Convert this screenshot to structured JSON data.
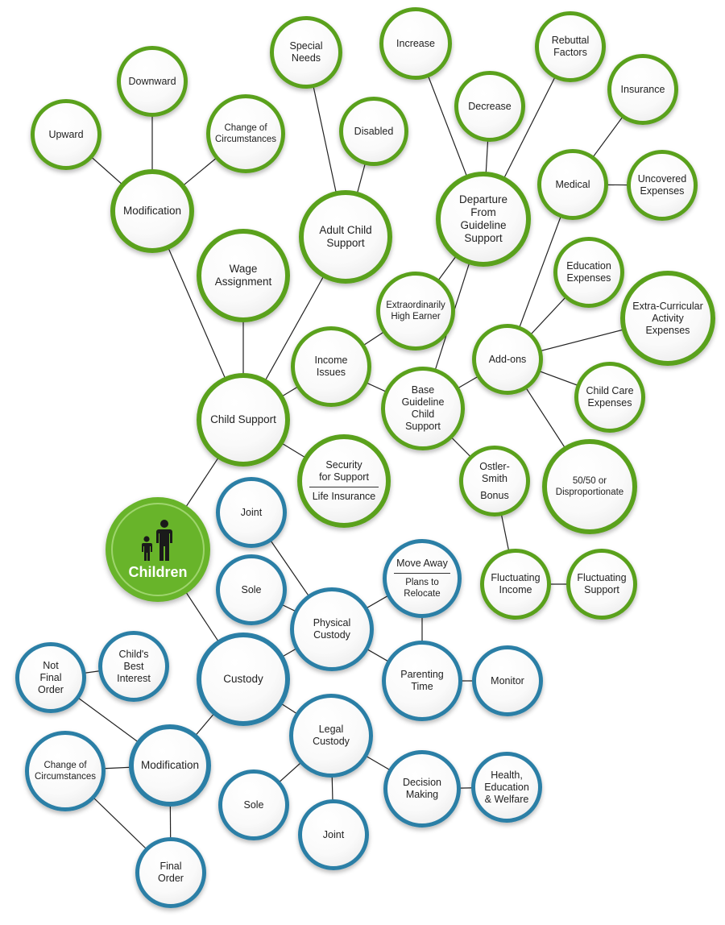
{
  "diagram": {
    "root": {
      "label": "Children",
      "icon": "parent-child-icon",
      "color": "#68b42a"
    },
    "colors": {
      "support_branch": "#5aa11c",
      "custody_branch": "#2b7fa6"
    },
    "support": {
      "child_support": "Child Support",
      "modification": "Modification",
      "upward": "Upward",
      "downward": "Downward",
      "change_of_circumstances": "Change of\nCircumstances",
      "special_needs": "Special\nNeeds",
      "disabled": "Disabled",
      "adult_child_support": "Adult Child\nSupport",
      "wage_assignment": "Wage\nAssignment",
      "increase": "Increase",
      "decrease": "Decrease",
      "rebuttal_factors": "Rebuttal\nFactors",
      "departure": "Departure\nFrom\nGuideline\nSupport",
      "insurance": "Insurance",
      "medical": "Medical",
      "uncovered_expenses": "Uncovered\nExpenses",
      "education_expenses": "Education\nExpenses",
      "extraordinarily_high_earner": "Extraordinarily\nHigh Earner",
      "income_issues": "Income\nIssues",
      "add_ons": "Add-ons",
      "extra_curricular": "Extra-Curricular\nActivity\nExpenses",
      "base_guideline": "Base\nGuideline\nChild\nSupport",
      "child_care_expenses": "Child Care\nExpenses",
      "security_top": "Security\nfor Support",
      "security_bottom": "Life Insurance",
      "ostler_smith": "Ostler-Smith",
      "bonus": "Bonus",
      "fifty_fifty": "50/50 or\nDisproportionate",
      "fluctuating_income": "Fluctuating\nIncome",
      "fluctuating_support": "Fluctuating\nSupport"
    },
    "custody": {
      "joint_top": "Joint",
      "sole_top": "Sole",
      "move_away_top": "Move Away",
      "move_away_bottom": "Plans to\nRelocate",
      "physical_custody": "Physical\nCustody",
      "custody": "Custody",
      "parenting_time": "Parenting\nTime",
      "monitor": "Monitor",
      "not_final_order": "Not\nFinal\nOrder",
      "childs_best_interest": "Child's\nBest\nInterest",
      "change_of_circumstances": "Change of\nCircumstances",
      "modification": "Modification",
      "legal_custody": "Legal\nCustody",
      "decision_making": "Decision\nMaking",
      "health_education_welfare": "Health,\nEducation\n& Welfare",
      "sole_bottom": "Sole",
      "joint_bottom": "Joint",
      "final_order": "Final\nOrder"
    }
  }
}
